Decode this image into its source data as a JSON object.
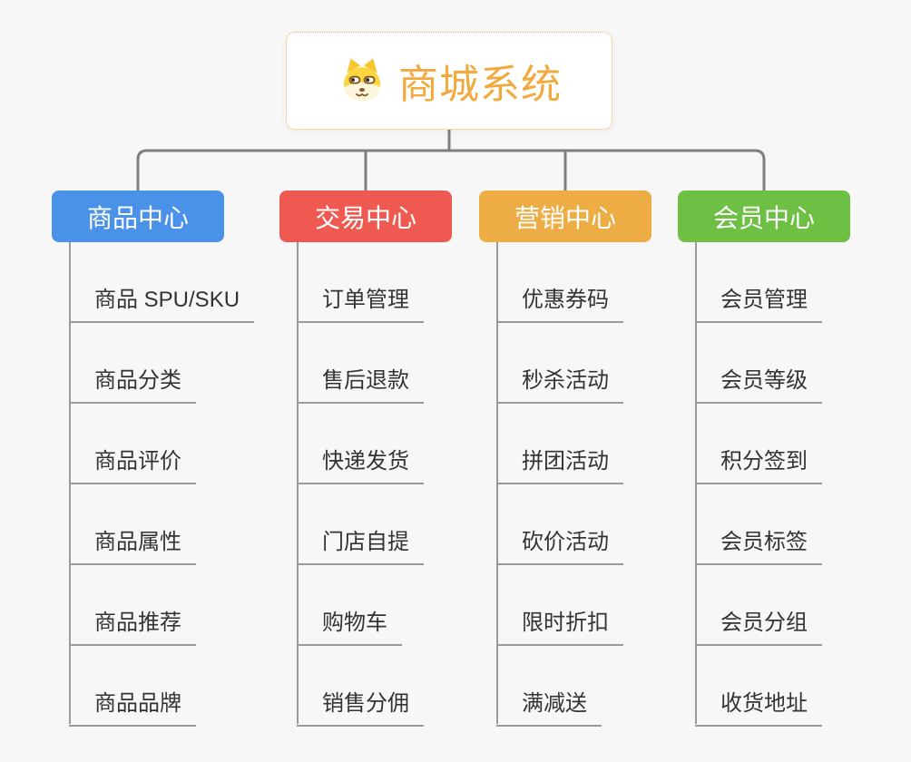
{
  "root": {
    "title": "商城系统",
    "icon": "doge-icon"
  },
  "branches": [
    {
      "label": "商品中心",
      "color": "#4a91e8",
      "items": [
        "商品 SPU/SKU",
        "商品分类",
        "商品评价",
        "商品属性",
        "商品推荐",
        "商品品牌"
      ]
    },
    {
      "label": "交易中心",
      "color": "#ee5a52",
      "items": [
        "订单管理",
        "售后退款",
        "快递发货",
        "门店自提",
        "购物车",
        "销售分佣"
      ]
    },
    {
      "label": "营销中心",
      "color": "#edad44",
      "items": [
        "优惠券码",
        "秒杀活动",
        "拼团活动",
        "砍价活动",
        "限时折扣",
        "满减送"
      ]
    },
    {
      "label": "会员中心",
      "color": "#6dc044",
      "items": [
        "会员管理",
        "会员等级",
        "积分签到",
        "会员标签",
        "会员分组",
        "收货地址"
      ]
    }
  ],
  "colors": {
    "root_text": "#f2a93d",
    "root_border": "#f3b04f",
    "connector": "#7f7f7f",
    "leaf_line": "#9a9a9a",
    "leaf_text": "#333333",
    "background": "#f7f7f7"
  }
}
